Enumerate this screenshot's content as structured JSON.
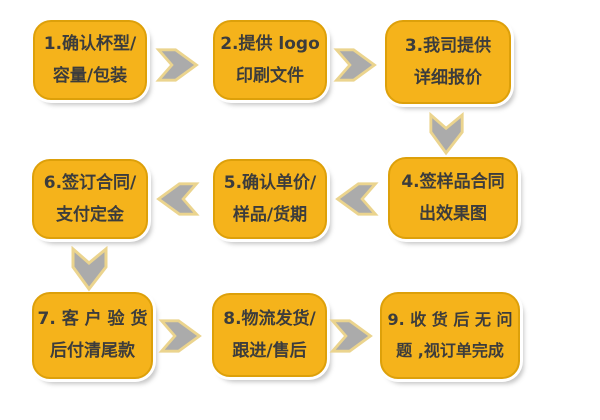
{
  "flowchart": {
    "title": "order-process-flowchart",
    "steps": [
      {
        "id": 1,
        "line1": "1.确认杯型/",
        "line2": "容量/包装"
      },
      {
        "id": 2,
        "line1": "2.提供 logo",
        "line2": "印刷文件"
      },
      {
        "id": 3,
        "line1": "3.我司提供",
        "line2": "详细报价"
      },
      {
        "id": 4,
        "line1": "4.签样品合同",
        "line2": "出效果图"
      },
      {
        "id": 5,
        "line1": "5.确认单价/",
        "line2": "样品/货期"
      },
      {
        "id": 6,
        "line1": "6.签订合同/",
        "line2": "支付定金"
      },
      {
        "id": 7,
        "line1": "7. 客 户 验 货",
        "line2": "后付清尾款"
      },
      {
        "id": 8,
        "line1": "8.物流发货/",
        "line2": "跟进/售后"
      },
      {
        "id": 9,
        "line1": "9. 收 货 后 无 问",
        "line2": "题 ,视订单完成"
      }
    ],
    "arrows": [
      {
        "from": 1,
        "to": 2,
        "direction": "right"
      },
      {
        "from": 2,
        "to": 3,
        "direction": "right"
      },
      {
        "from": 3,
        "to": 4,
        "direction": "down"
      },
      {
        "from": 4,
        "to": 5,
        "direction": "left"
      },
      {
        "from": 5,
        "to": 6,
        "direction": "left"
      },
      {
        "from": 6,
        "to": 7,
        "direction": "down"
      },
      {
        "from": 7,
        "to": 8,
        "direction": "right"
      },
      {
        "from": 8,
        "to": 9,
        "direction": "right"
      }
    ],
    "colors": {
      "background": "#FFFFFF",
      "box_fill": "#F5B31B",
      "box_border": "#DDA00A",
      "text": "#3C3C3C",
      "arrow_fill": "#ABABAB",
      "arrow_outline": "#EBD48E"
    }
  }
}
